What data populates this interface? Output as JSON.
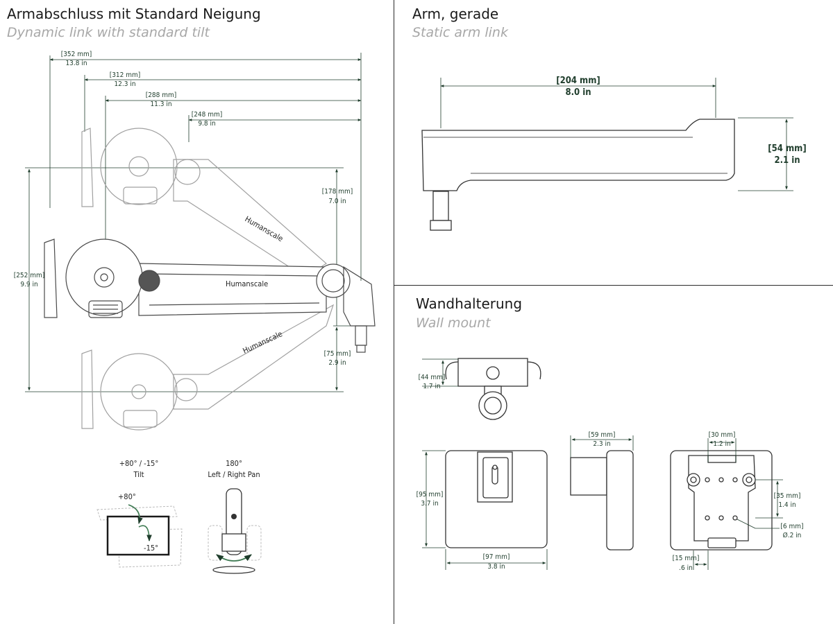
{
  "sections": {
    "dynamic": {
      "title": "Armabschluss mit Standard Neigung",
      "subtitle": "Dynamic link with standard tilt",
      "dims": {
        "d352": [
          "[352 mm]",
          "13.8 in"
        ],
        "d312": [
          "[312 mm]",
          "12.3 in"
        ],
        "d288": [
          "[288 mm]",
          "11.3 in"
        ],
        "d248": [
          "[248 mm]",
          "9.8 in"
        ],
        "d178": [
          "[178 mm]",
          "7.0 in"
        ],
        "d252": [
          "[252 mm]",
          "9.9 in"
        ],
        "d75": [
          "[75 mm]",
          "2.9 in"
        ]
      },
      "brand": "Humanscale",
      "tilt": {
        "caption": [
          "+80° / -15°",
          "Tilt"
        ],
        "up": "+80°",
        "down": "-15°"
      },
      "pan": {
        "caption": [
          "180°",
          "Left / Right Pan"
        ]
      }
    },
    "static": {
      "title": "Arm, gerade",
      "subtitle": "Static arm link",
      "dims": {
        "d204": [
          "[204 mm]",
          "8.0 in"
        ],
        "d54": [
          "[54 mm]",
          "2.1 in"
        ]
      }
    },
    "wall": {
      "title": "Wandhalterung",
      "subtitle": "Wall mount",
      "dims": {
        "d44": [
          "[44 mm]",
          "1.7 in"
        ],
        "d59": [
          "[59 mm]",
          "2.3 in"
        ],
        "d30": [
          "[30 mm]",
          "1.2 in"
        ],
        "d95": [
          "[95 mm]",
          "3.7 in"
        ],
        "d35": [
          "[35 mm]",
          "1.4 in"
        ],
        "d6": [
          "[6 mm]",
          "Ø.2 in"
        ],
        "d97": [
          "[97 mm]",
          "3.8 in"
        ],
        "d15": [
          "[15 mm]",
          ".6 in"
        ]
      }
    }
  }
}
